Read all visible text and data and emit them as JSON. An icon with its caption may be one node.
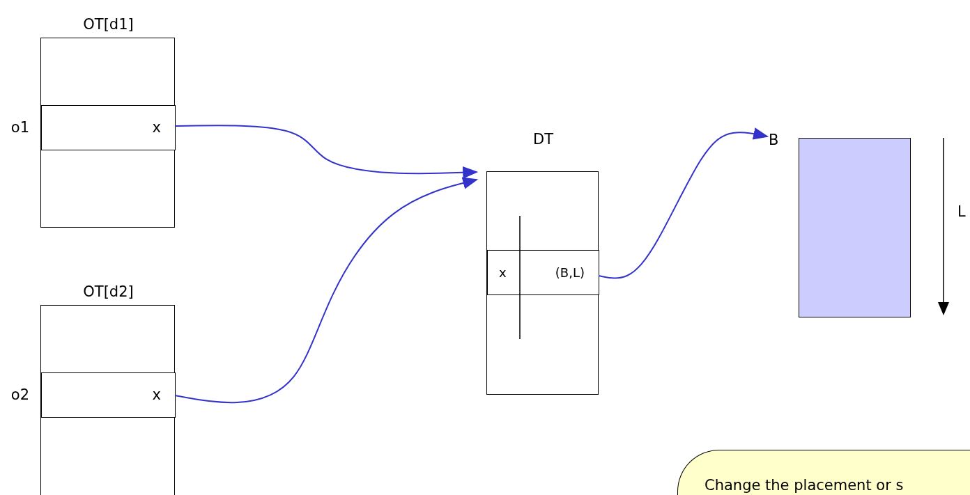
{
  "diagram": {
    "nodes": [
      {
        "text": [
          "OT[d1]"
        ]
      },
      {
        "text": [
          "x"
        ],
        "in": 0,
        "beside": [
          "o1"
        ]
      },
      {
        "text": [
          "OT[d2]"
        ]
      },
      {
        "text": [
          "x"
        ],
        "in": 2,
        "beside": [
          "o2"
        ]
      },
      {
        "text": [
          "DT"
        ]
      },
      {
        "text": [
          "x",
          "(B,L)"
        ],
        "in": 4
      },
      {
        "text": [
          "B"
        ]
      },
      {
        "text": [],
        "shape": "box"
      },
      {
        "text": [
          "Change the placement or s"
        ]
      }
    ],
    "edges": [
      {
        "from": 1,
        "to": 4,
        "arrow": "to"
      },
      {
        "from": 3,
        "to": 4,
        "arrow": "to"
      },
      {
        "from": 5,
        "to": 6,
        "arrow": "to"
      }
    ],
    "labels": [
      "L"
    ]
  }
}
